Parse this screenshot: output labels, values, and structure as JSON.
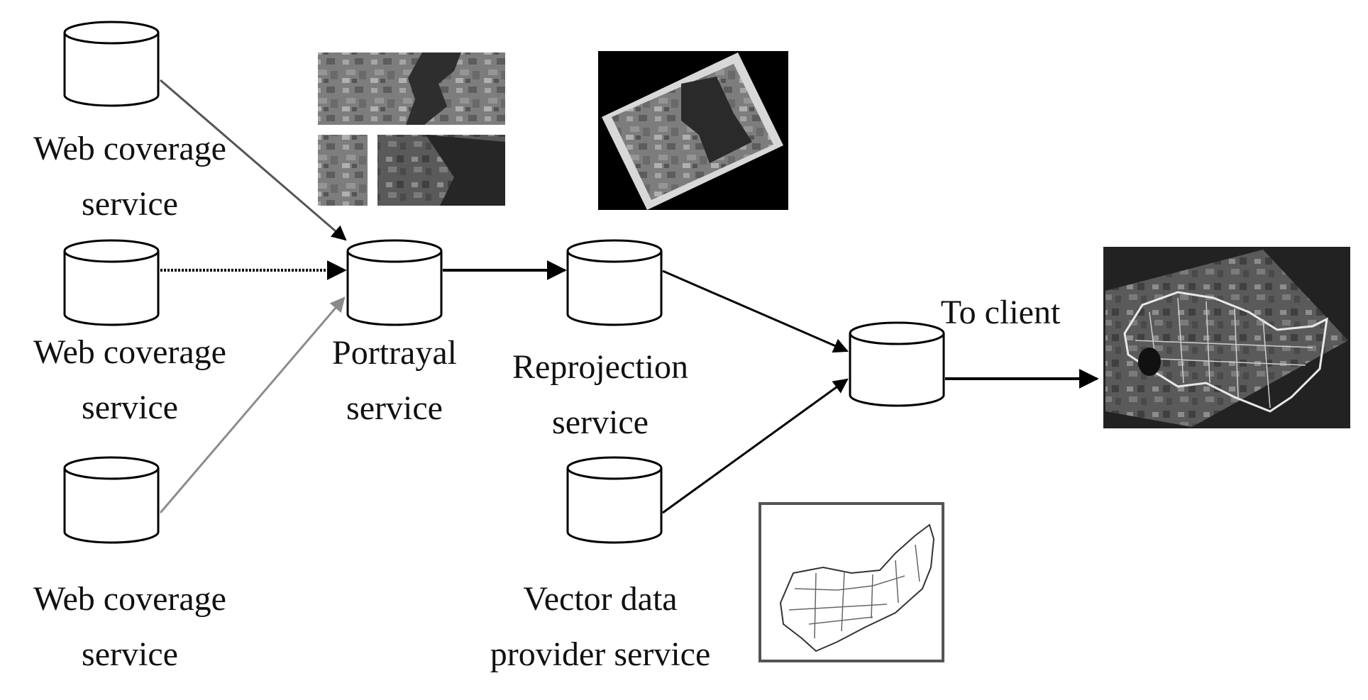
{
  "colors": {
    "stroke": "#000000",
    "photo_dark": "#2b2b2b",
    "photo_mid": "#7a7a7a",
    "photo_light": "#b9b9b9",
    "gray_arrow": "#9a9a9a"
  },
  "nodes": {
    "wcs_top": {
      "line1": "Web coverage",
      "line2": "service"
    },
    "wcs_mid": {
      "line1": "Web coverage",
      "line2": "service"
    },
    "wcs_bottom": {
      "line1": "Web coverage",
      "line2": "service"
    },
    "portrayal": {
      "line1": "Portrayal",
      "line2": "service"
    },
    "reprojection": {
      "line1": "Reprojection",
      "line2": "service"
    },
    "vector": {
      "line1": "Vector data",
      "line2": "provider service"
    }
  },
  "edges": {
    "to_client": "To client"
  },
  "images": [
    {
      "name": "satellite-tiles-image",
      "kind": "aerial imagery tiles"
    },
    {
      "name": "reprojected-image",
      "kind": "rotated aerial image"
    },
    {
      "name": "vector-map-image",
      "kind": "vector boundary map"
    },
    {
      "name": "client-result-image",
      "kind": "overlay result"
    }
  ]
}
